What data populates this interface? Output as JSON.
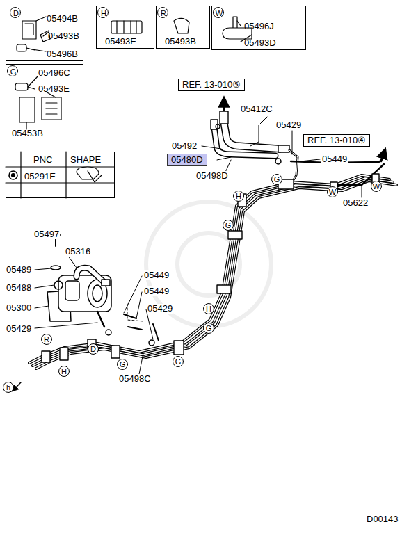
{
  "diagram": {
    "nodes": [
      {
        "text": [
          "D",
          "05494B",
          "05493B",
          "05496B"
        ]
      },
      {
        "text": [
          "H",
          "05493E"
        ]
      },
      {
        "text": [
          "R",
          "05493B"
        ]
      },
      {
        "text": [
          "W",
          "05496J",
          "05493D"
        ]
      },
      {
        "text": [
          "G",
          "05496C",
          "05493E",
          "05453B"
        ]
      },
      {
        "text": [
          "PNC",
          "SHAPE",
          "05291E"
        ]
      },
      {
        "text": [
          "REF. 13-010⑤"
        ]
      },
      {
        "text": [
          "REF. 13-010④"
        ]
      },
      {
        "text": [
          "05480D"
        ]
      }
    ],
    "labels": [
      "05412C",
      "05429",
      "05492",
      "05449",
      "05498D",
      "W",
      "G",
      "W",
      "H",
      "05622",
      "G",
      "05497",
      "05316",
      "05489",
      "05449",
      "05488",
      "05449",
      "05429",
      "H",
      "05300",
      "G",
      "05429",
      "R",
      "D",
      "G",
      "G",
      "H",
      "05498C",
      "h",
      "D00143"
    ]
  }
}
